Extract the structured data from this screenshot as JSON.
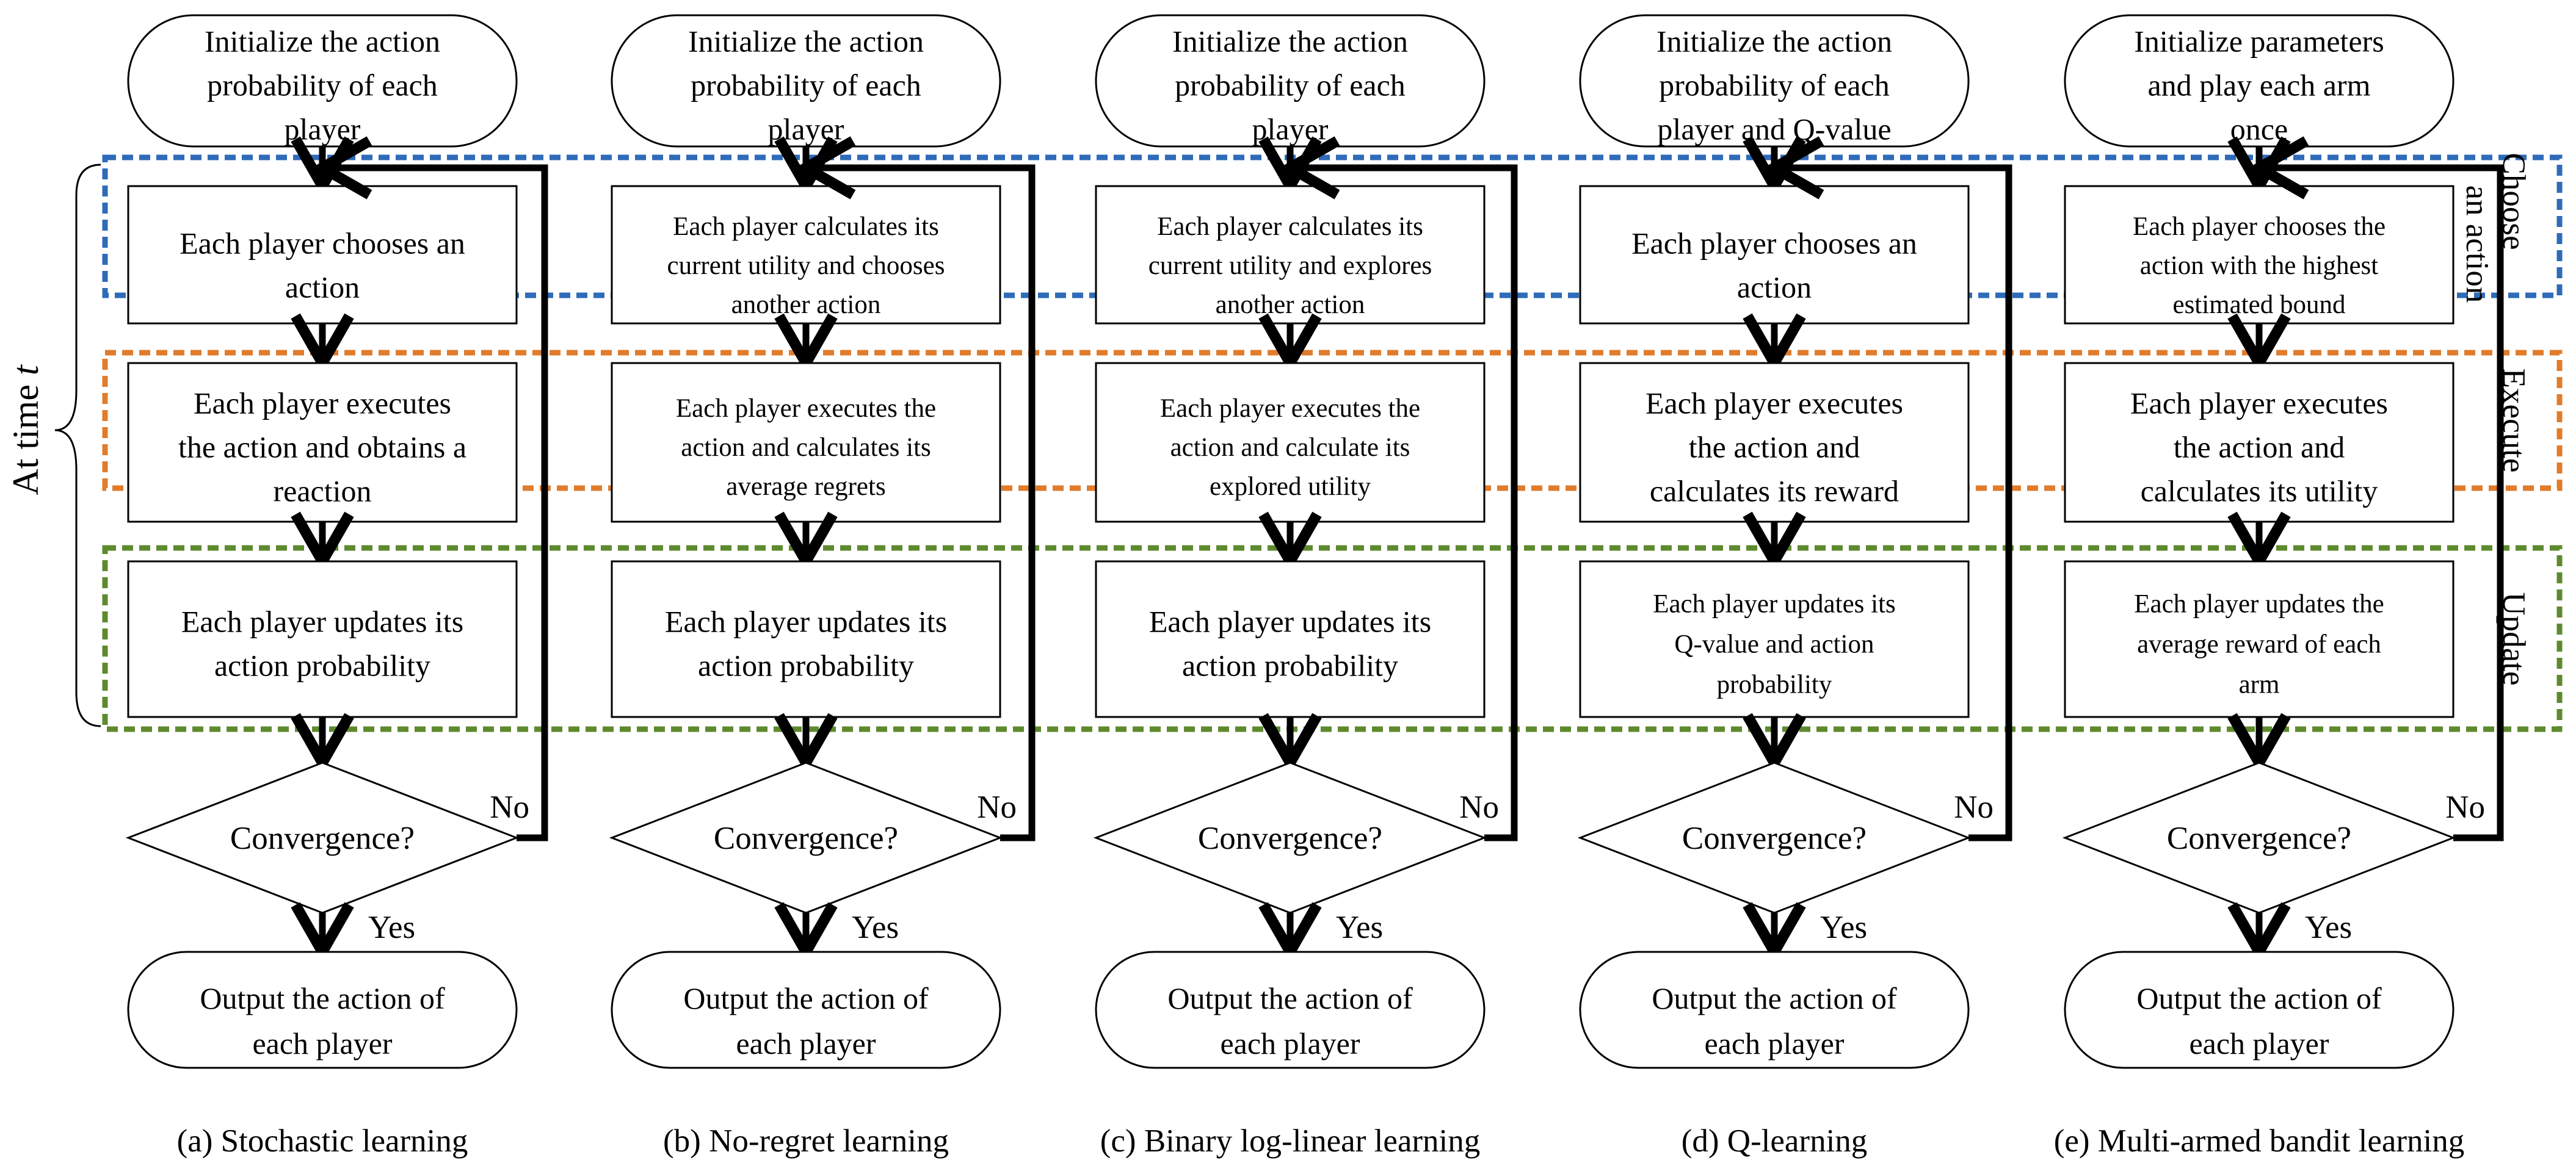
{
  "time_label": {
    "prefix": "At time ",
    "variable": "t"
  },
  "phase_labels": {
    "choose": [
      "Choose",
      "an action"
    ],
    "execute": "Execute",
    "update": "Update"
  },
  "colors": {
    "choose": "#2E6BB8",
    "execute": "#E07C2C",
    "update": "#5E8A2E",
    "line": "#000000"
  },
  "flowcharts": [
    {
      "caption": "(a) Stochastic learning",
      "init": [
        "Initialize the action",
        "probability of  each",
        "player"
      ],
      "choose": [
        "Each player chooses an",
        "action"
      ],
      "execute": [
        "Each player executes",
        "the action and obtains a",
        "reaction"
      ],
      "update": [
        "Each player updates its",
        "action probability"
      ],
      "decision": "Convergence?",
      "no_label": "No",
      "yes_label": "Yes",
      "output": [
        "Output the action of",
        "each player"
      ]
    },
    {
      "caption": "(b) No-regret learning",
      "init": [
        "Initialize the action",
        "probability of  each",
        "player"
      ],
      "choose": [
        "Each player calculates its",
        "current utility and chooses",
        "another action"
      ],
      "execute": [
        "Each player executes the",
        "action and calculates its",
        "average regrets"
      ],
      "update": [
        "Each player updates its",
        "action probability"
      ],
      "decision": "Convergence?",
      "no_label": "No",
      "yes_label": "Yes",
      "output": [
        "Output the action of",
        "each player"
      ]
    },
    {
      "caption": "(c)  Binary log-linear learning",
      "init": [
        "Initialize the action",
        "probability of  each",
        "player"
      ],
      "choose": [
        "Each  player calculates its",
        "current utility and explores",
        "another action"
      ],
      "execute": [
        "Each player executes the",
        "action and calculate its",
        "explored utility"
      ],
      "update": [
        "Each player updates its",
        "action probability"
      ],
      "decision": "Convergence?",
      "no_label": "No",
      "yes_label": "Yes",
      "output": [
        "Output the action of",
        "each player"
      ]
    },
    {
      "caption": "(d)  Q-learning",
      "init": [
        "Initialize the action",
        "probability of  each",
        "player and Q-value"
      ],
      "choose": [
        "Each player chooses an",
        "action"
      ],
      "execute": [
        "Each player executes",
        "the action and",
        "calculates its reward"
      ],
      "update": [
        "Each player updates its",
        "Q-value and action",
        "probability"
      ],
      "decision": "Convergence?",
      "no_label": "No",
      "yes_label": "Yes",
      "output": [
        "Output the action of",
        "each player"
      ]
    },
    {
      "caption": "(e)  Multi-armed bandit learning",
      "init": [
        "Initialize  parameters",
        "and play each  arm",
        "once"
      ],
      "choose": [
        "Each player chooses the",
        "action with the highest",
        "estimated bound"
      ],
      "execute": [
        "Each player executes",
        "the action and",
        "calculates its utility"
      ],
      "update": [
        "Each player updates the",
        "average reward  of each",
        "arm"
      ],
      "decision": "Convergence?",
      "no_label": "No",
      "yes_label": "Yes",
      "output": [
        "Output the action of",
        "each player"
      ]
    }
  ]
}
